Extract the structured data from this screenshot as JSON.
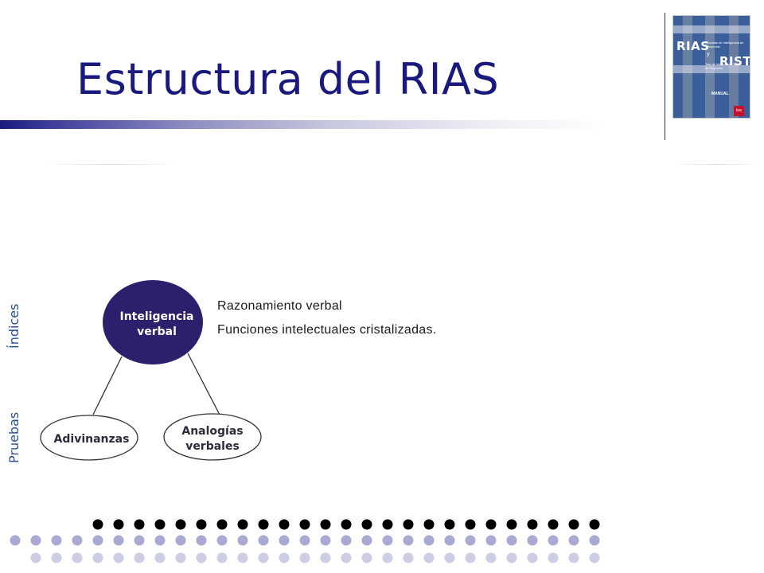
{
  "title": "Estructura del RIAS",
  "side_labels": {
    "indices": "Índices",
    "pruebas": "Pruebas"
  },
  "descriptions": [
    "Razonamiento verbal",
    "Funciones intelectuales cristalizadas."
  ],
  "diagram": {
    "top_node": [
      "Inteligencia",
      "verbal"
    ],
    "left_node": [
      "Adivinanzas"
    ],
    "right_node": [
      "Analogías",
      "verbales"
    ]
  },
  "book_cover": {
    "rias": "RIAS",
    "rias_sub": "Escalas de Inteligencia de Reynolds",
    "y": "y",
    "rist": "RIST",
    "rist_sub": "Test de Inteligencia Breve de Reynolds",
    "manual": "MANUAL",
    "publisher": "tea"
  },
  "colors": {
    "title": "#1a1a7e",
    "node_fill": "#2d1f6b",
    "side_label": "#2b4f8c",
    "dot_dark": "#000000",
    "dot_light": "#a9a9d3",
    "dot_lighter": "#cdcde6"
  }
}
